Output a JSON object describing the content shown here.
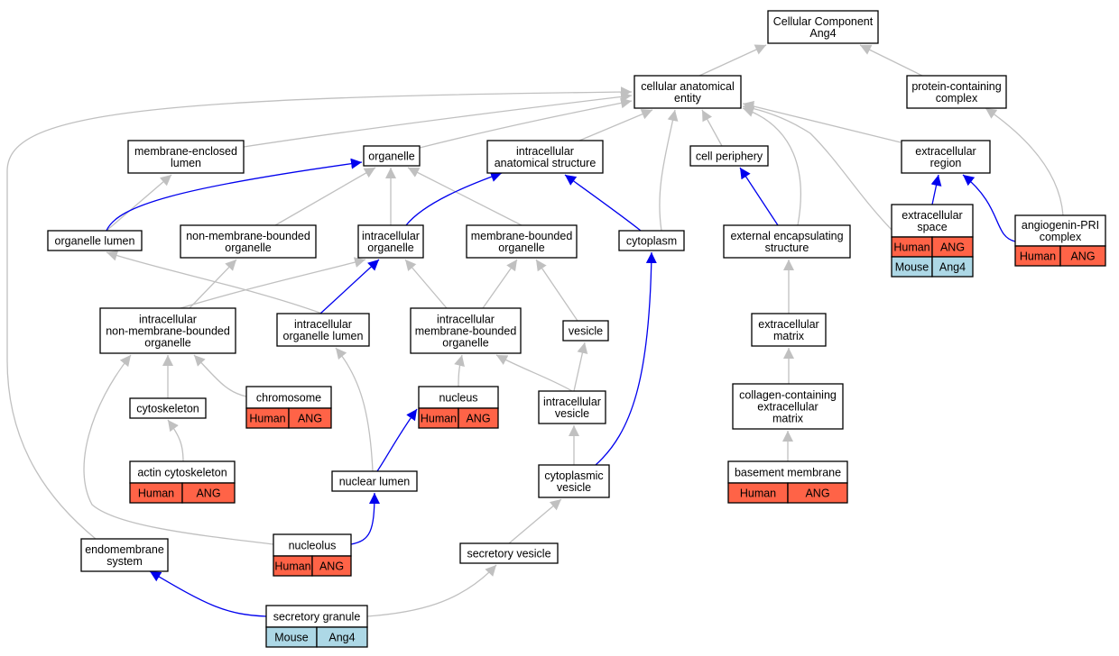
{
  "colors": {
    "grey_edge": "#c0c0c0",
    "blue_edge": "#0000ee",
    "human": "#ff6347",
    "mouse": "#add8e6"
  },
  "nodes": {
    "root": {
      "lines": [
        "Cellular Component",
        "Ang4"
      ]
    },
    "cae": {
      "lines": [
        "cellular anatomical",
        "entity"
      ]
    },
    "pcc": {
      "lines": [
        "protein-containing",
        "complex"
      ]
    },
    "mel": {
      "lines": [
        "membrane-enclosed",
        "lumen"
      ]
    },
    "organelle": {
      "lines": [
        "organelle"
      ]
    },
    "ias": {
      "lines": [
        "intracellular",
        "anatomical structure"
      ]
    },
    "cp": {
      "lines": [
        "cell periphery"
      ]
    },
    "er": {
      "lines": [
        "extracellular",
        "region"
      ]
    },
    "ol": {
      "lines": [
        "organelle lumen"
      ]
    },
    "nmbo": {
      "lines": [
        "non-membrane-bounded",
        "organelle"
      ]
    },
    "io": {
      "lines": [
        "intracellular",
        "organelle"
      ]
    },
    "mbo": {
      "lines": [
        "membrane-bounded",
        "organelle"
      ]
    },
    "cyto": {
      "lines": [
        "cytoplasm"
      ]
    },
    "ees": {
      "lines": [
        "external encapsulating",
        "structure"
      ]
    },
    "es": {
      "lines": [
        "extracellular",
        "space"
      ],
      "cells": [
        [
          "Human",
          "ANG"
        ],
        [
          "Mouse",
          "Ang4"
        ]
      ]
    },
    "apri": {
      "lines": [
        "angiogenin-PRI",
        "complex"
      ],
      "cells": [
        [
          "Human",
          "ANG"
        ]
      ]
    },
    "inmbo": {
      "lines": [
        "intracellular",
        "non-membrane-bounded",
        "organelle"
      ]
    },
    "iol": {
      "lines": [
        "intracellular",
        "organelle lumen"
      ]
    },
    "imbo": {
      "lines": [
        "intracellular",
        "membrane-bounded",
        "organelle"
      ]
    },
    "vesicle": {
      "lines": [
        "vesicle"
      ]
    },
    "em": {
      "lines": [
        "extracellular",
        "matrix"
      ]
    },
    "cytosk": {
      "lines": [
        "cytoskeleton"
      ]
    },
    "chrom": {
      "lines": [
        "chromosome"
      ],
      "cells": [
        [
          "Human",
          "ANG"
        ]
      ]
    },
    "nucleus": {
      "lines": [
        "nucleus"
      ],
      "cells": [
        [
          "Human",
          "ANG"
        ]
      ]
    },
    "iv": {
      "lines": [
        "intracellular",
        "vesicle"
      ]
    },
    "ccem": {
      "lines": [
        "collagen-containing",
        "extracellular",
        "matrix"
      ]
    },
    "actin": {
      "lines": [
        "actin cytoskeleton"
      ],
      "cells": [
        [
          "Human",
          "ANG"
        ]
      ]
    },
    "nl": {
      "lines": [
        "nuclear lumen"
      ]
    },
    "cv": {
      "lines": [
        "cytoplasmic",
        "vesicle"
      ]
    },
    "bm": {
      "lines": [
        "basement membrane"
      ],
      "cells": [
        [
          "Human",
          "ANG"
        ]
      ]
    },
    "nucleolus": {
      "lines": [
        "nucleolus"
      ],
      "cells": [
        [
          "Human",
          "ANG"
        ]
      ]
    },
    "ems": {
      "lines": [
        "endomembrane",
        "system"
      ]
    },
    "sv": {
      "lines": [
        "secretory vesicle"
      ]
    },
    "sg": {
      "lines": [
        "secretory granule"
      ],
      "cells": [
        [
          "Mouse",
          "Ang4"
        ]
      ]
    }
  }
}
